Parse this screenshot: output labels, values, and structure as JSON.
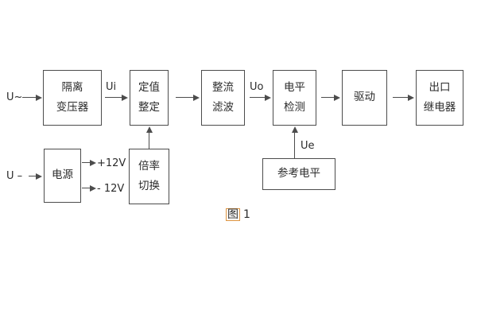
{
  "figure_caption": {
    "prefix": "图",
    "number": "1"
  },
  "io_labels": {
    "ac_input": "U~",
    "dc_input": "U –",
    "ui": "Ui",
    "uo": "Uo",
    "ue": "Ue",
    "plus_12v": "+12V",
    "minus_12v": "- 12V"
  },
  "blocks": {
    "isolation_transformer": {
      "line1": "隔离",
      "line2": "变压器"
    },
    "setting_adjustment": {
      "line1": "定值",
      "line2": "整定"
    },
    "rectifier_filter": {
      "line1": "整流",
      "line2": "滤波"
    },
    "level_detection": {
      "line1": "电平",
      "line2": "检测"
    },
    "driver": {
      "line1": "驱动"
    },
    "output_relay": {
      "line1": "出口",
      "line2": "继电器"
    },
    "power_supply": {
      "line1": "电源"
    },
    "ratio_switch": {
      "line1": "倍率",
      "line2": "切换"
    },
    "reference_level": {
      "line1": "参考电平"
    }
  },
  "colors": {
    "line": "#4c4c4c",
    "text": "#2b2b2b",
    "caption_box": "#dd9440",
    "bg": "#ffffff"
  }
}
